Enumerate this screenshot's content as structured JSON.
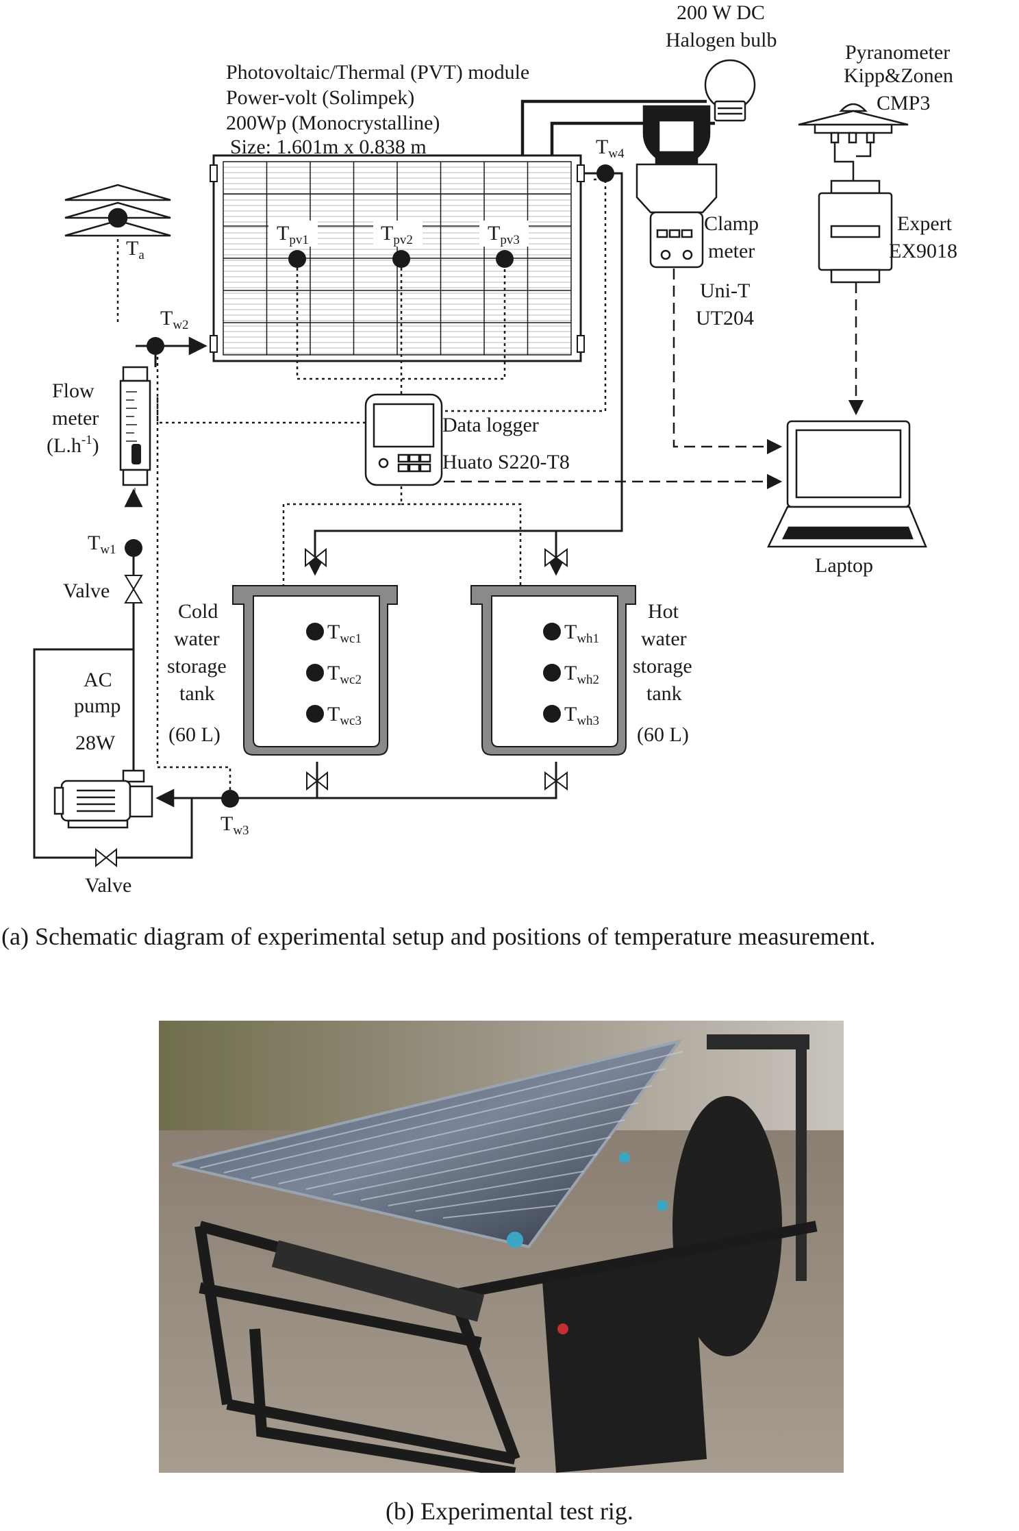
{
  "pvt": {
    "line1": "Photovoltaic/Thermal (PVT) module",
    "line2": "Power-volt (Solimpek)",
    "line3": "200Wp (Monocrystalline)",
    "line4": "Size: 1.601m x 0.838 m"
  },
  "halogen": {
    "line1": "200 W DC",
    "line2": "Halogen bulb"
  },
  "pyranometer": {
    "line1": "Pyranometer",
    "line2": "Kipp&Zonen",
    "line3": "CMP3"
  },
  "expert": {
    "line1": "Expert",
    "line2": "EX9018"
  },
  "clamp": {
    "line1": "Clamp",
    "line2": "meter",
    "line3": "Uni-T",
    "line4": "UT204"
  },
  "logger": {
    "line1": "Data logger",
    "line2": "Huato S220-T8"
  },
  "laptop": "Laptop",
  "flowmeter": {
    "line1": "Flow",
    "line2": "meter",
    "line3a": "(L.h",
    "line3sup": "-1",
    "line3b": ")"
  },
  "valve_label": "Valve",
  "pump": {
    "line1": "AC",
    "line2": "pump",
    "line3": "28W"
  },
  "cold_tank": {
    "line1": "Cold",
    "line2": "water",
    "line3": "storage",
    "line4": "tank",
    "line5": "(60 L)"
  },
  "hot_tank": {
    "line1": "Hot",
    "line2": "water",
    "line3": "storage",
    "line4": "tank",
    "line5": "(60 L)"
  },
  "sensors": {
    "T": "T",
    "a": "a",
    "w1": "w1",
    "w2": "w2",
    "w3": "w3",
    "w4": "w4",
    "pv1": "pv1",
    "pv2": "pv2",
    "pv3": "pv3",
    "wc1": "wc1",
    "wc2": "wc2",
    "wc3": "wc3",
    "wh1": "wh1",
    "wh2": "wh2",
    "wh3": "wh3"
  },
  "caption_a": "(a) Schematic diagram of experimental setup and positions of temperature measurement.",
  "caption_b": "(b) Experimental test rig."
}
